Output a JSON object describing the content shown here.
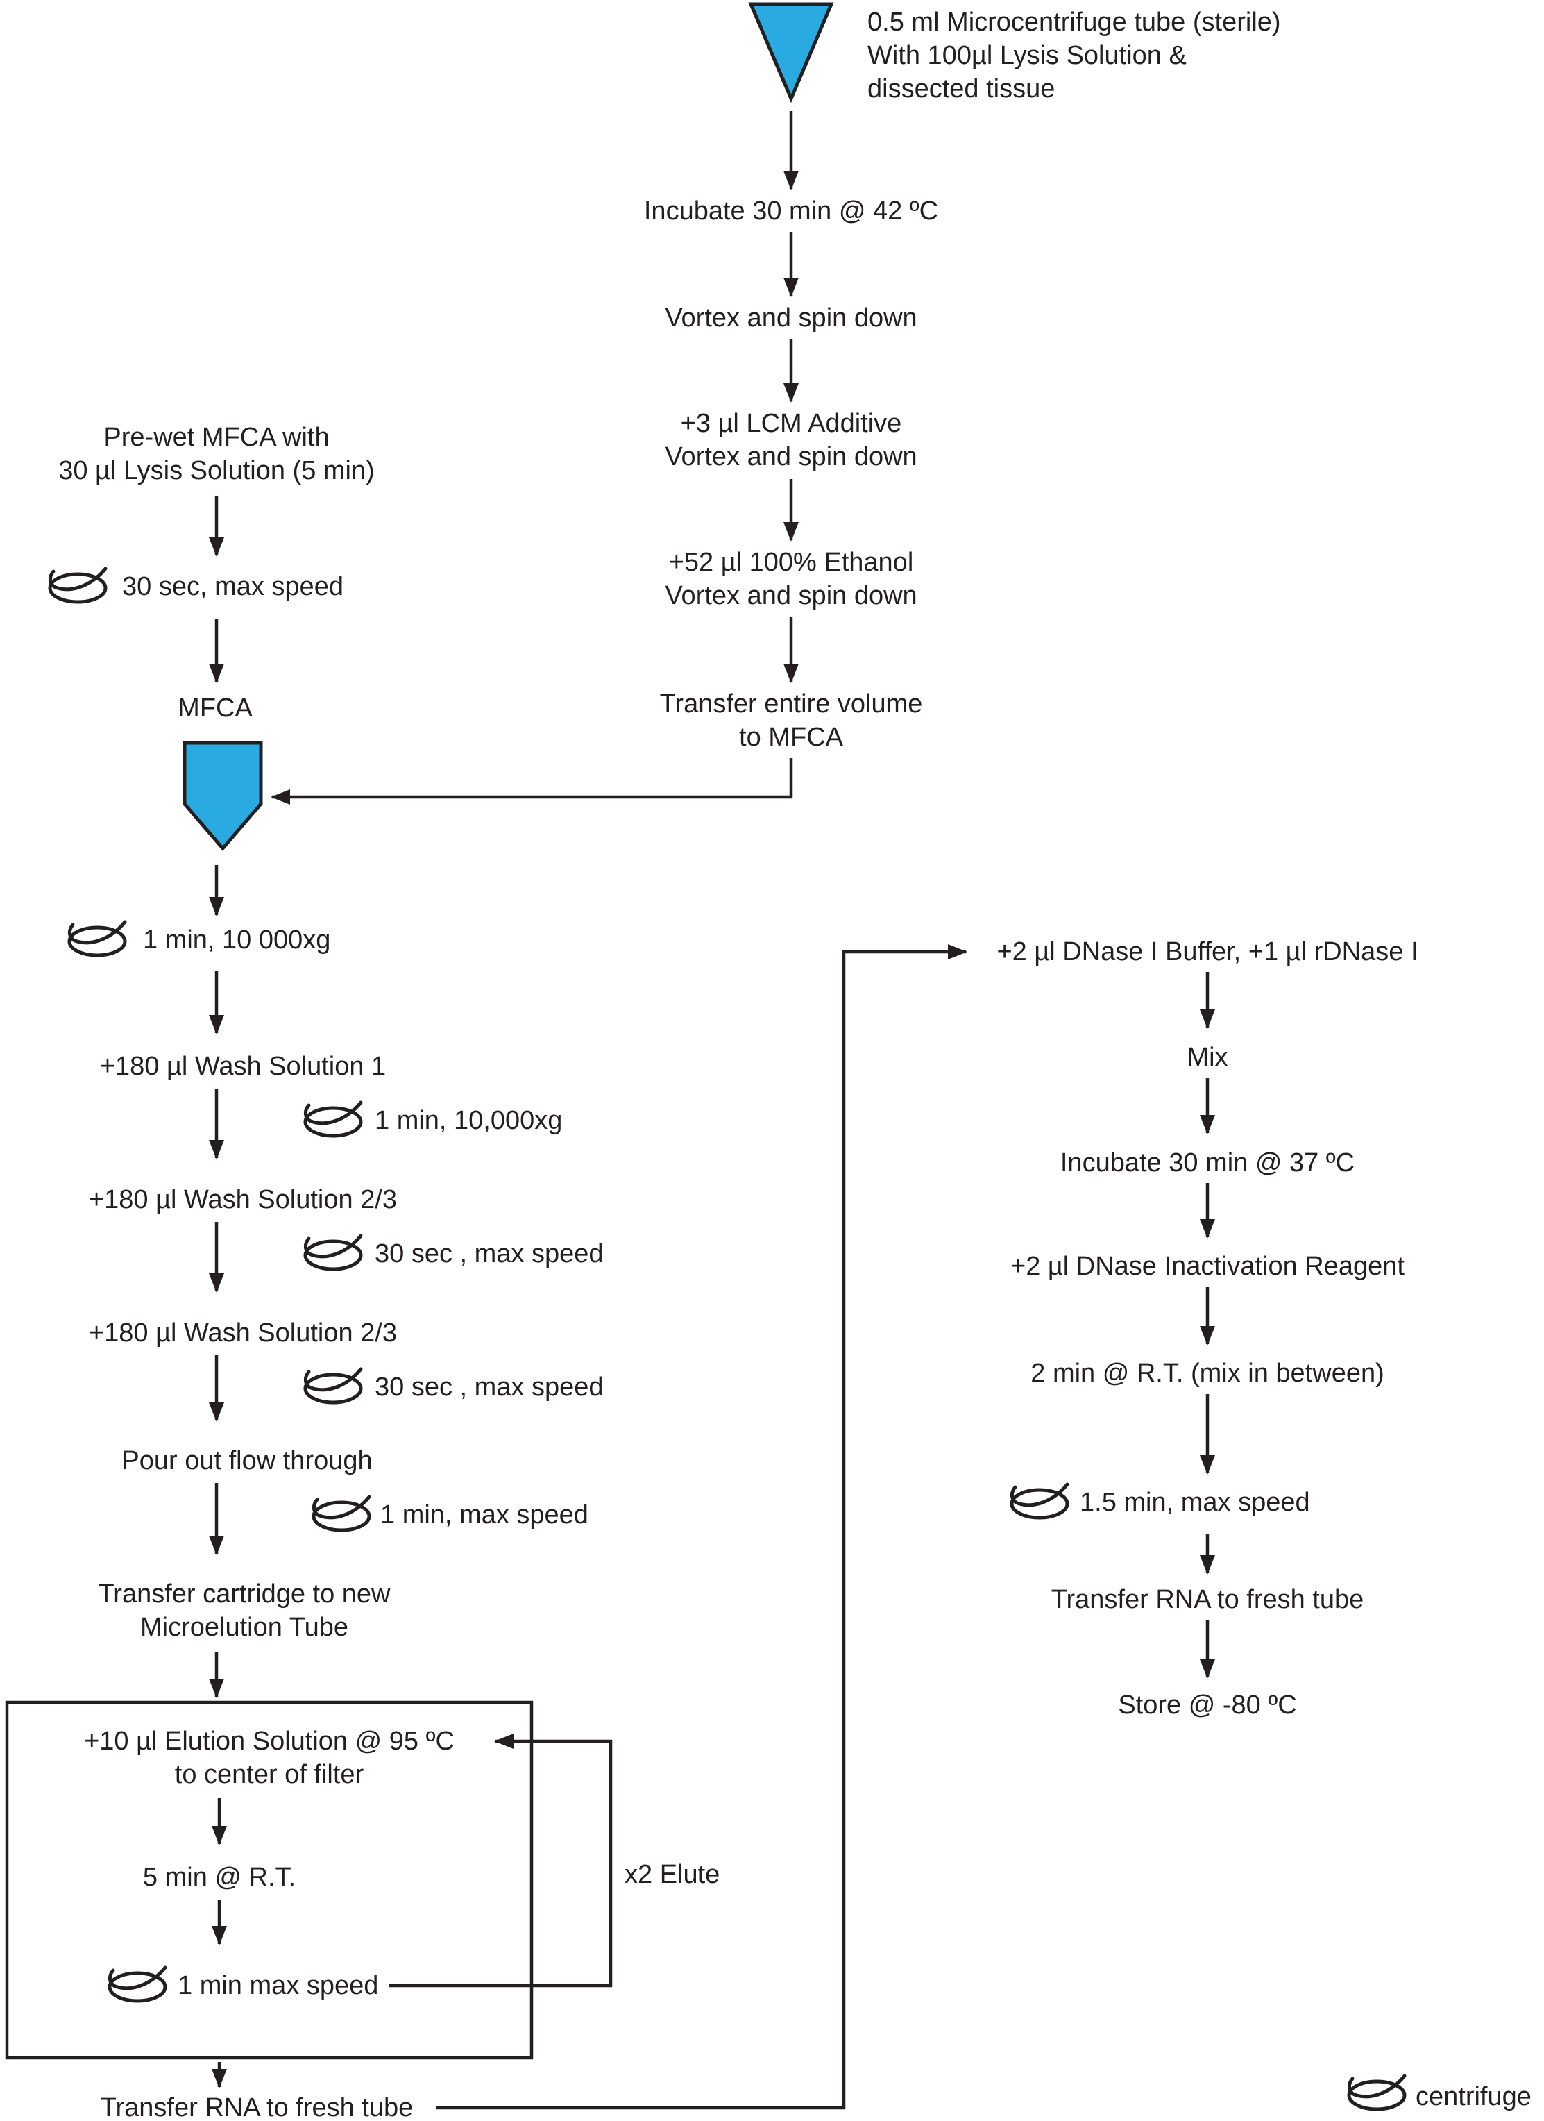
{
  "colors": {
    "tube_fill": "#29abe2",
    "line": "#231f20"
  },
  "legend": {
    "centrifuge": "centrifuge"
  },
  "nodes": {
    "tube_label": "0.5 ml Microcentrifuge tube (sterile)\nWith 100µl Lysis Solution &\ndissected tissue",
    "incubate_42": "Incubate 30 min @ 42 ºC",
    "vortex_spin": "Vortex and spin down",
    "lcm_additive": "+3 µl LCM Additive\nVortex and spin down",
    "ethanol": "+52 µl 100% Ethanol\nVortex and spin down",
    "transfer_volume": "Transfer entire volume\nto MFCA",
    "prewet": "Pre-wet MFCA with\n30 µl Lysis Solution (5 min)",
    "spin_30s_max": "30 sec, max speed",
    "mfca": "MFCA",
    "spin_1min_10000": "1 min, 10 000xg",
    "wash_1": "+180 µl Wash Solution 1",
    "spin_1min_10000_b": "1 min, 10,000xg",
    "wash_23_a": "+180 µl Wash Solution 2/3",
    "spin_30s_max_b": "30 sec , max speed",
    "wash_23_b": "+180 µl Wash Solution 2/3",
    "spin_30s_max_c": "30 sec , max speed",
    "pour_out": "Pour out flow through",
    "spin_1min_max": "1 min, max speed",
    "transfer_cartridge": "Transfer cartridge to new\nMicroelution Tube",
    "elution": "+10 µl Elution Solution @ 95 ºC\nto center of filter",
    "rt_5min": "5 min @ R.T.",
    "spin_1min_max_b": "1 min max speed",
    "x2_elute": "x2 Elute",
    "transfer_rna_a": "Transfer RNA to fresh tube",
    "dnase_buffer": "+2 µl DNase I Buffer, +1 µl rDNase I",
    "mix": "Mix",
    "incubate_37": "Incubate 30 min @ 37 ºC",
    "inactivation": "+2 µl DNase Inactivation Reagent",
    "rt_2min": "2 min @ R.T. (mix in between)",
    "spin_15min_max": "1.5 min, max speed",
    "transfer_rna_b": "Transfer RNA to fresh tube",
    "store": "Store @ -80 ºC"
  }
}
